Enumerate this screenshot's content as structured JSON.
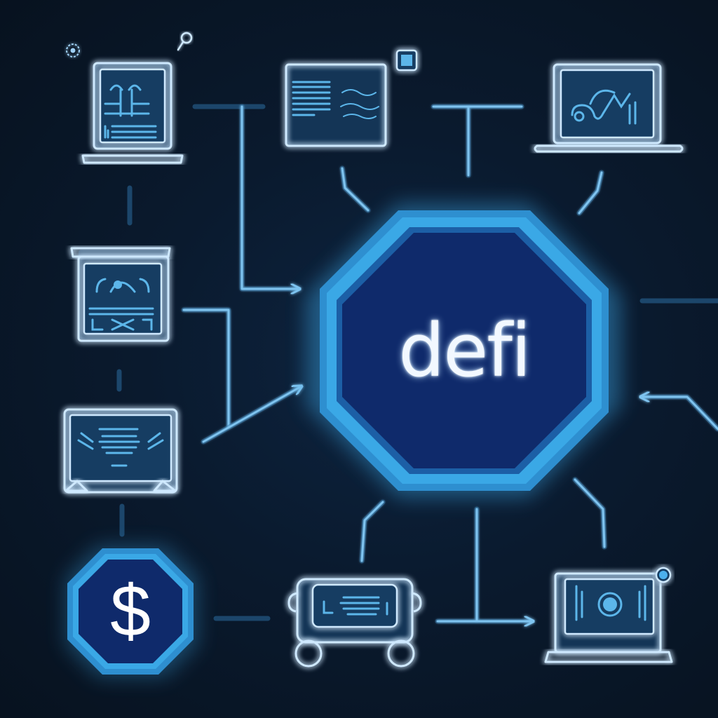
{
  "diagram": {
    "title": "defi",
    "type": "network-flow",
    "theme_colors": {
      "background": "#0a1a2e",
      "hub_fill": "#0f2a6b",
      "hub_border": "#3aa3e0",
      "line_glow": "#7fc4f0",
      "device_stroke": "#cfe9ff",
      "screen_fill": "#173d62"
    },
    "hub": {
      "label": "defi",
      "shape": "octagon"
    },
    "currency_node": {
      "symbol": "$",
      "shape": "octagon"
    },
    "nodes": [
      {
        "id": "laptop-dashboard-top-left",
        "icon": "laptop-icon"
      },
      {
        "id": "document-panel-top-center",
        "icon": "document-window-icon"
      },
      {
        "id": "laptop-chart-top-right",
        "icon": "laptop-chart-icon"
      },
      {
        "id": "kiosk-left-middle",
        "icon": "kiosk-icon"
      },
      {
        "id": "monitor-left-lower",
        "icon": "monitor-icon"
      },
      {
        "id": "dollar-node-bottom-left",
        "icon": "dollar-icon"
      },
      {
        "id": "cart-device-bottom-center",
        "icon": "cart-terminal-icon"
      },
      {
        "id": "laptop-bottom-right",
        "icon": "laptop-icon"
      }
    ],
    "decorations": [
      {
        "id": "gear-top-left",
        "icon": "gear-icon"
      },
      {
        "id": "search-top-left",
        "icon": "search-icon"
      }
    ]
  }
}
